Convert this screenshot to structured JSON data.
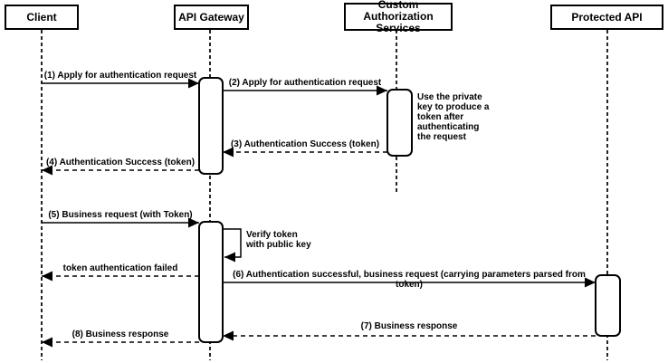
{
  "diagram": {
    "kind": "uml-sequence-diagram",
    "stroke_color": "#000000",
    "fill_color": "#ffffff"
  },
  "actors": [
    {
      "name": "Client"
    },
    {
      "name": "API Gateway"
    },
    {
      "name": "Custom Authorization Services"
    },
    {
      "name": "Protected API"
    }
  ],
  "messages": [
    {
      "label": "(1) Apply for authentication request",
      "type": "solid",
      "from": "Client",
      "to": "API Gateway"
    },
    {
      "label": "(2) Apply for authentication request",
      "type": "solid",
      "from": "API Gateway",
      "to": "Custom Authorization Services"
    },
    {
      "label": "(3) Authentication Success (token)",
      "type": "dashed",
      "from": "Custom Authorization Services",
      "to": "API Gateway"
    },
    {
      "label": "(4) Authentication Success (token)",
      "type": "dashed",
      "from": "API Gateway",
      "to": "Client"
    },
    {
      "label": "(5) Business request (with Token)",
      "type": "solid",
      "from": "Client",
      "to": "API Gateway"
    },
    {
      "label": "Verify token\nwith public key",
      "type": "self",
      "from": "API Gateway",
      "to": "API Gateway"
    },
    {
      "label": "token authentication failed",
      "type": "dashed",
      "from": "API Gateway",
      "to": "Client"
    },
    {
      "label": "(6) Authentication successful, business request (carrying parameters parsed from token)",
      "type": "solid",
      "from": "API Gateway",
      "to": "Protected API"
    },
    {
      "label": "(7) Business response",
      "type": "dashed",
      "from": "Protected API",
      "to": "API Gateway"
    },
    {
      "label": "(8) Business response",
      "type": "dashed",
      "from": "API Gateway",
      "to": "Client"
    }
  ],
  "note": {
    "text": "Use the private\nkey to produce a\ntoken after\nauthenticating\nthe request",
    "attached_to": "Custom Authorization Services"
  }
}
